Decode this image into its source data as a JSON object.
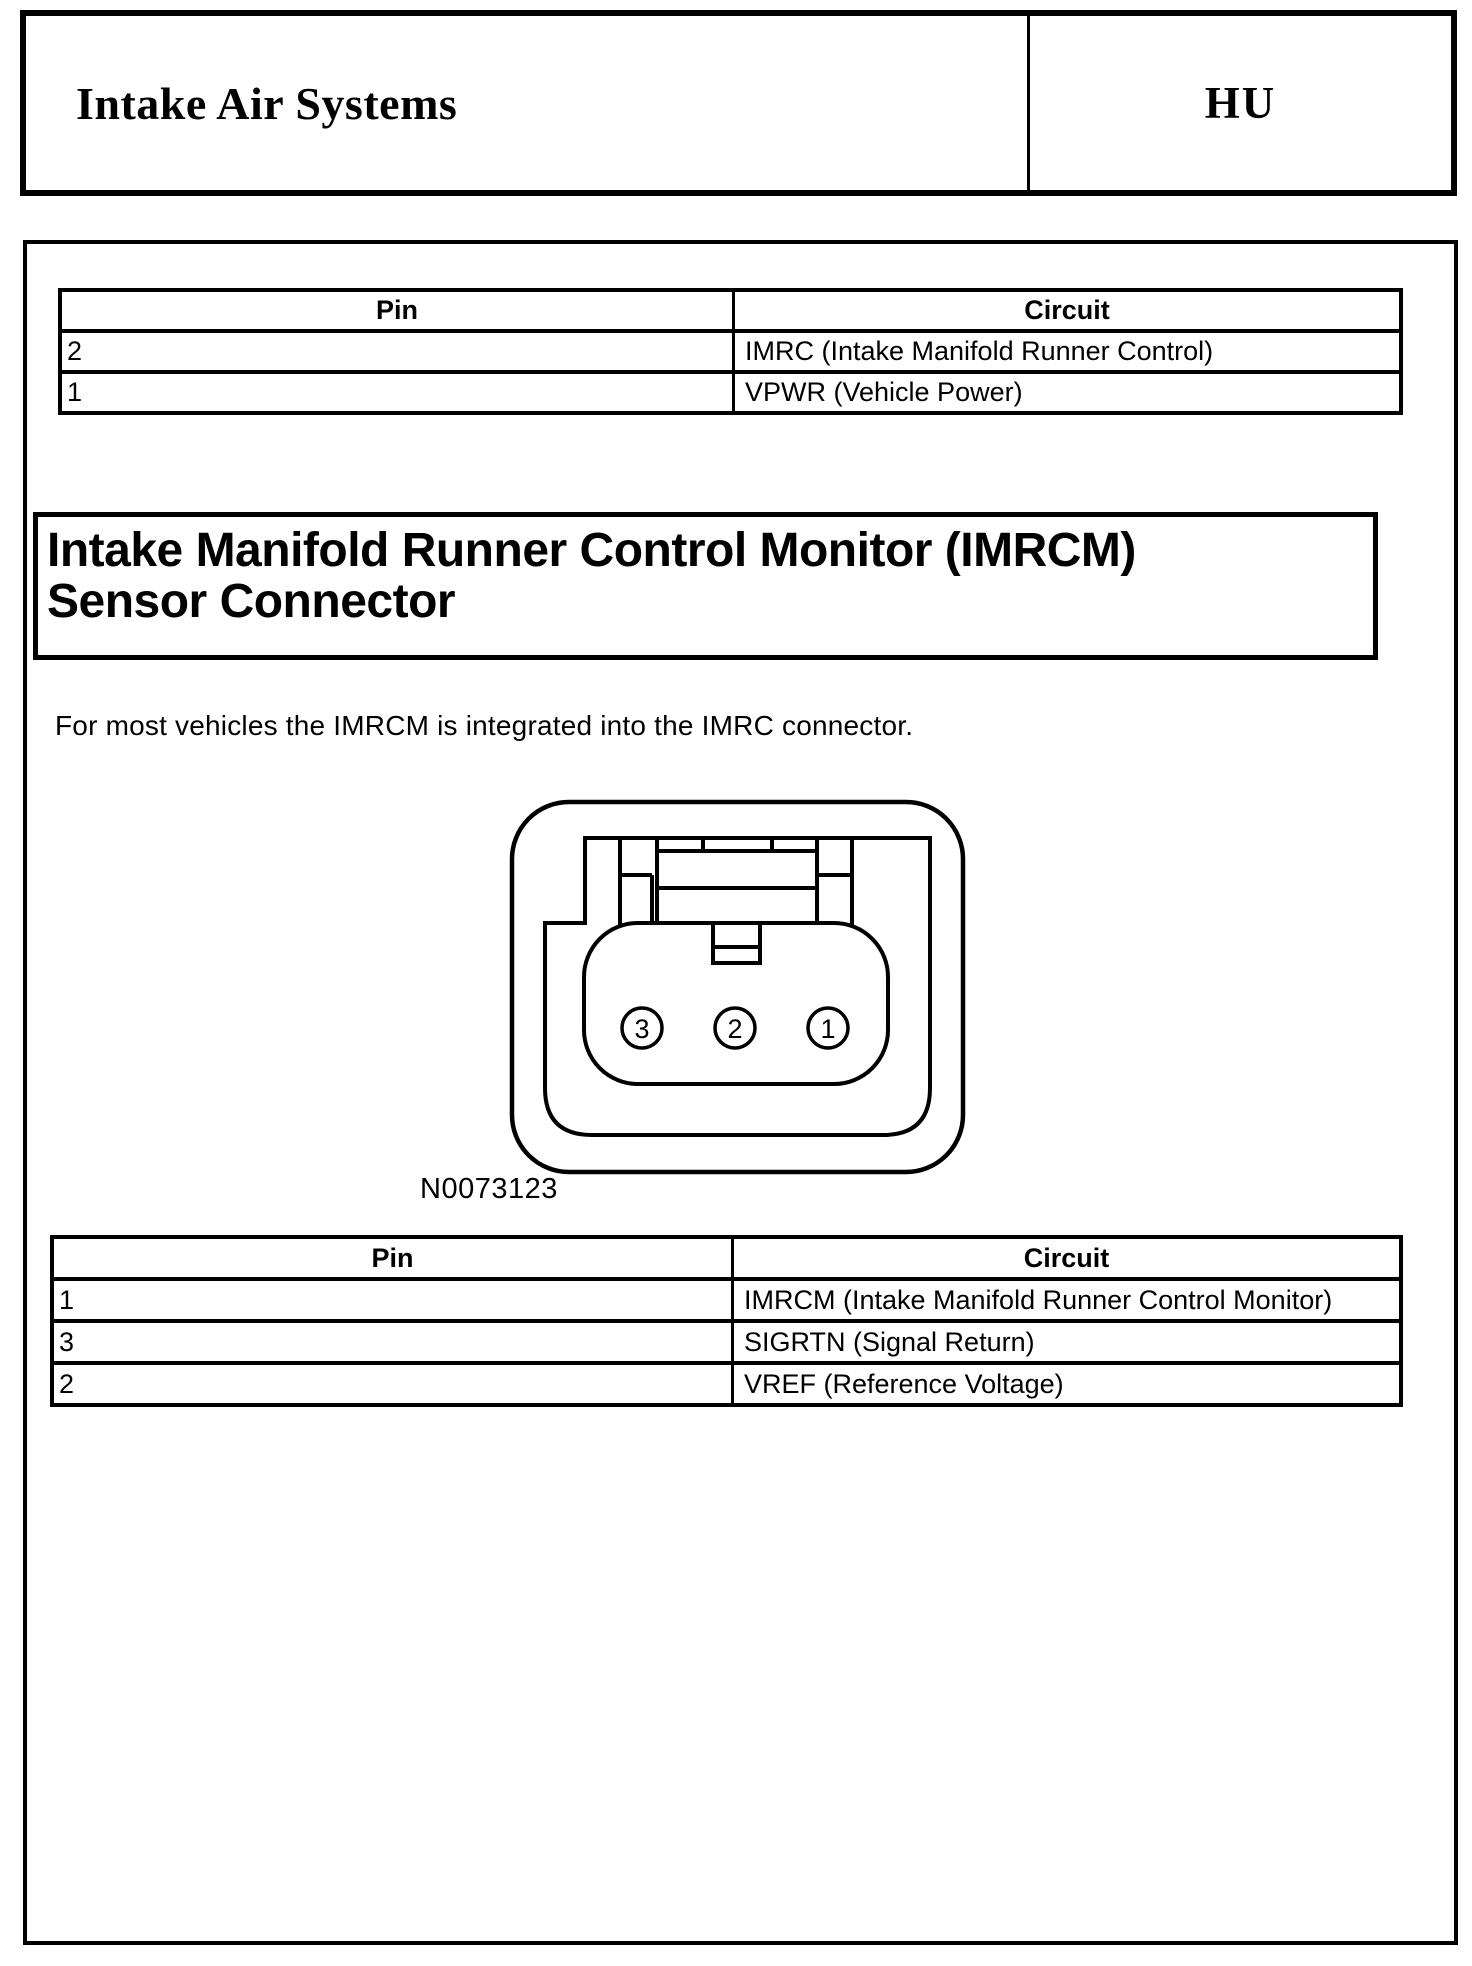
{
  "header": {
    "title": "Intake Air Systems",
    "section_code": "HU"
  },
  "pin_table_top": {
    "columns": [
      "Pin",
      "Circuit"
    ],
    "rows": [
      {
        "pin": "2",
        "circuit": "IMRC (Intake Manifold Runner Control)"
      },
      {
        "pin": "1",
        "circuit": "VPWR (Vehicle Power)"
      }
    ]
  },
  "section": {
    "title_line1": "Intake Manifold Runner Control Monitor (IMRCM)",
    "title_line2": "Sensor Connector",
    "intro": "For most vehicles the IMRCM is integrated into the IMRC connector."
  },
  "figure": {
    "caption": "N0073123",
    "pin_labels": [
      "3",
      "2",
      "1"
    ]
  },
  "pin_table_bottom": {
    "columns": [
      "Pin",
      "Circuit"
    ],
    "rows": [
      {
        "pin": "1",
        "circuit": "IMRCM (Intake Manifold Runner Control Monitor)"
      },
      {
        "pin": "3",
        "circuit": "SIGRTN (Signal Return)"
      },
      {
        "pin": "2",
        "circuit": "VREF (Reference Voltage)"
      }
    ]
  }
}
